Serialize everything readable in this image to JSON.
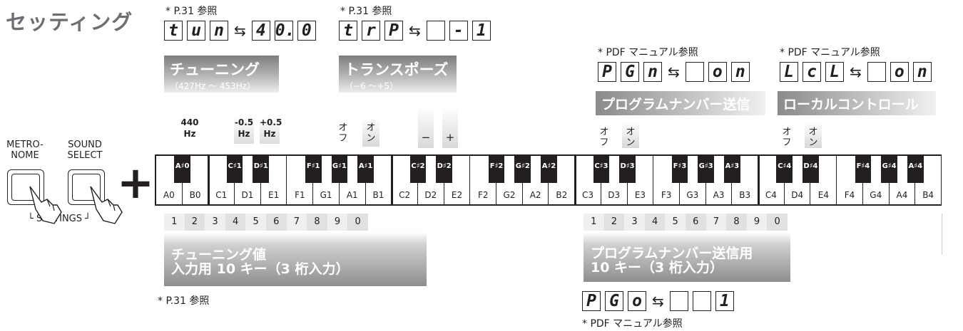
{
  "title": "セッティング",
  "refs": {
    "tune": "* P.31 参照",
    "transpose": "* P.31 参照",
    "pgm": "* PDF マニュアル参照",
    "lcl": "* PDF マニュアル参照",
    "bottom_left": "* P.31 参照",
    "bottom_right": "* PDF マニュアル参照"
  },
  "displays": {
    "tune": {
      "left": [
        "t",
        "u",
        "n"
      ],
      "right": [
        "4",
        "0.",
        "0"
      ]
    },
    "transpose": {
      "left": [
        "t",
        "r",
        "P"
      ],
      "right": [
        " ",
        "-",
        "1"
      ]
    },
    "pgm": {
      "left": [
        "P",
        "G",
        "n"
      ],
      "right": [
        " ",
        "o",
        "n"
      ]
    },
    "lcl": {
      "left": [
        "L",
        "c",
        "L"
      ],
      "right": [
        " ",
        "o",
        "n"
      ]
    },
    "pgo": {
      "left": [
        "P",
        "G",
        "o"
      ],
      "right": [
        " ",
        " ",
        "1"
      ]
    },
    "swap_symbol": "⇆"
  },
  "functions": {
    "tuning": {
      "label": "チューニング",
      "range": "（427Hz 〜 453Hz）"
    },
    "transpose": {
      "label": "トランスポーズ",
      "range": "（−6 〜+5）"
    },
    "program": {
      "label": "プログラムナンバー送信"
    },
    "local": {
      "label": "ローカルコントロール"
    }
  },
  "key_labels": {
    "hz440": [
      "440",
      "Hz"
    ],
    "minus05": [
      "-0.5",
      "Hz"
    ],
    "plus05": [
      "+0.5",
      "Hz"
    ],
    "off": [
      "オ",
      "フ"
    ],
    "on": [
      "オ",
      "ン"
    ],
    "minus": "−",
    "plus": "+"
  },
  "white_keys": [
    "A0",
    "B0",
    "C1",
    "D1",
    "E1",
    "F1",
    "G1",
    "A1",
    "B1",
    "C2",
    "D2",
    "E2",
    "F2",
    "G2",
    "A2",
    "B2",
    "C3",
    "D3",
    "E3",
    "F3",
    "G3",
    "A3",
    "B3",
    "C4",
    "D4",
    "E4",
    "F4",
    "G4",
    "A4",
    "B4"
  ],
  "black_keys": [
    "A#0",
    "C#1",
    "D#1",
    "F#1",
    "G#1",
    "A#1",
    "C#2",
    "D#2",
    "F#2",
    "G#2",
    "A#2",
    "C#3",
    "D#3",
    "F#3",
    "G#3",
    "A#3",
    "C#4",
    "D#4",
    "F#4",
    "G#4",
    "A#4"
  ],
  "number_keys_left": [
    "1",
    "2",
    "3",
    "4",
    "5",
    "6",
    "7",
    "8",
    "9",
    "0"
  ],
  "number_keys_right": [
    "1",
    "2",
    "3",
    "4",
    "5",
    "6",
    "7",
    "8",
    "9",
    "0"
  ],
  "tuning_input": {
    "line1": "チューニング値",
    "line2": "入力用 10 キー（3 桁入力）"
  },
  "program_input": {
    "line1": "プログラムナンバー送信用",
    "line2": "10 キー（3 桁入力）"
  },
  "buttons": {
    "metronome": [
      "METRO-",
      "NOME"
    ],
    "sound_select": [
      "SOUND",
      "SELECT"
    ],
    "settings": "└ SETTINGS ┘",
    "combine": "+"
  }
}
